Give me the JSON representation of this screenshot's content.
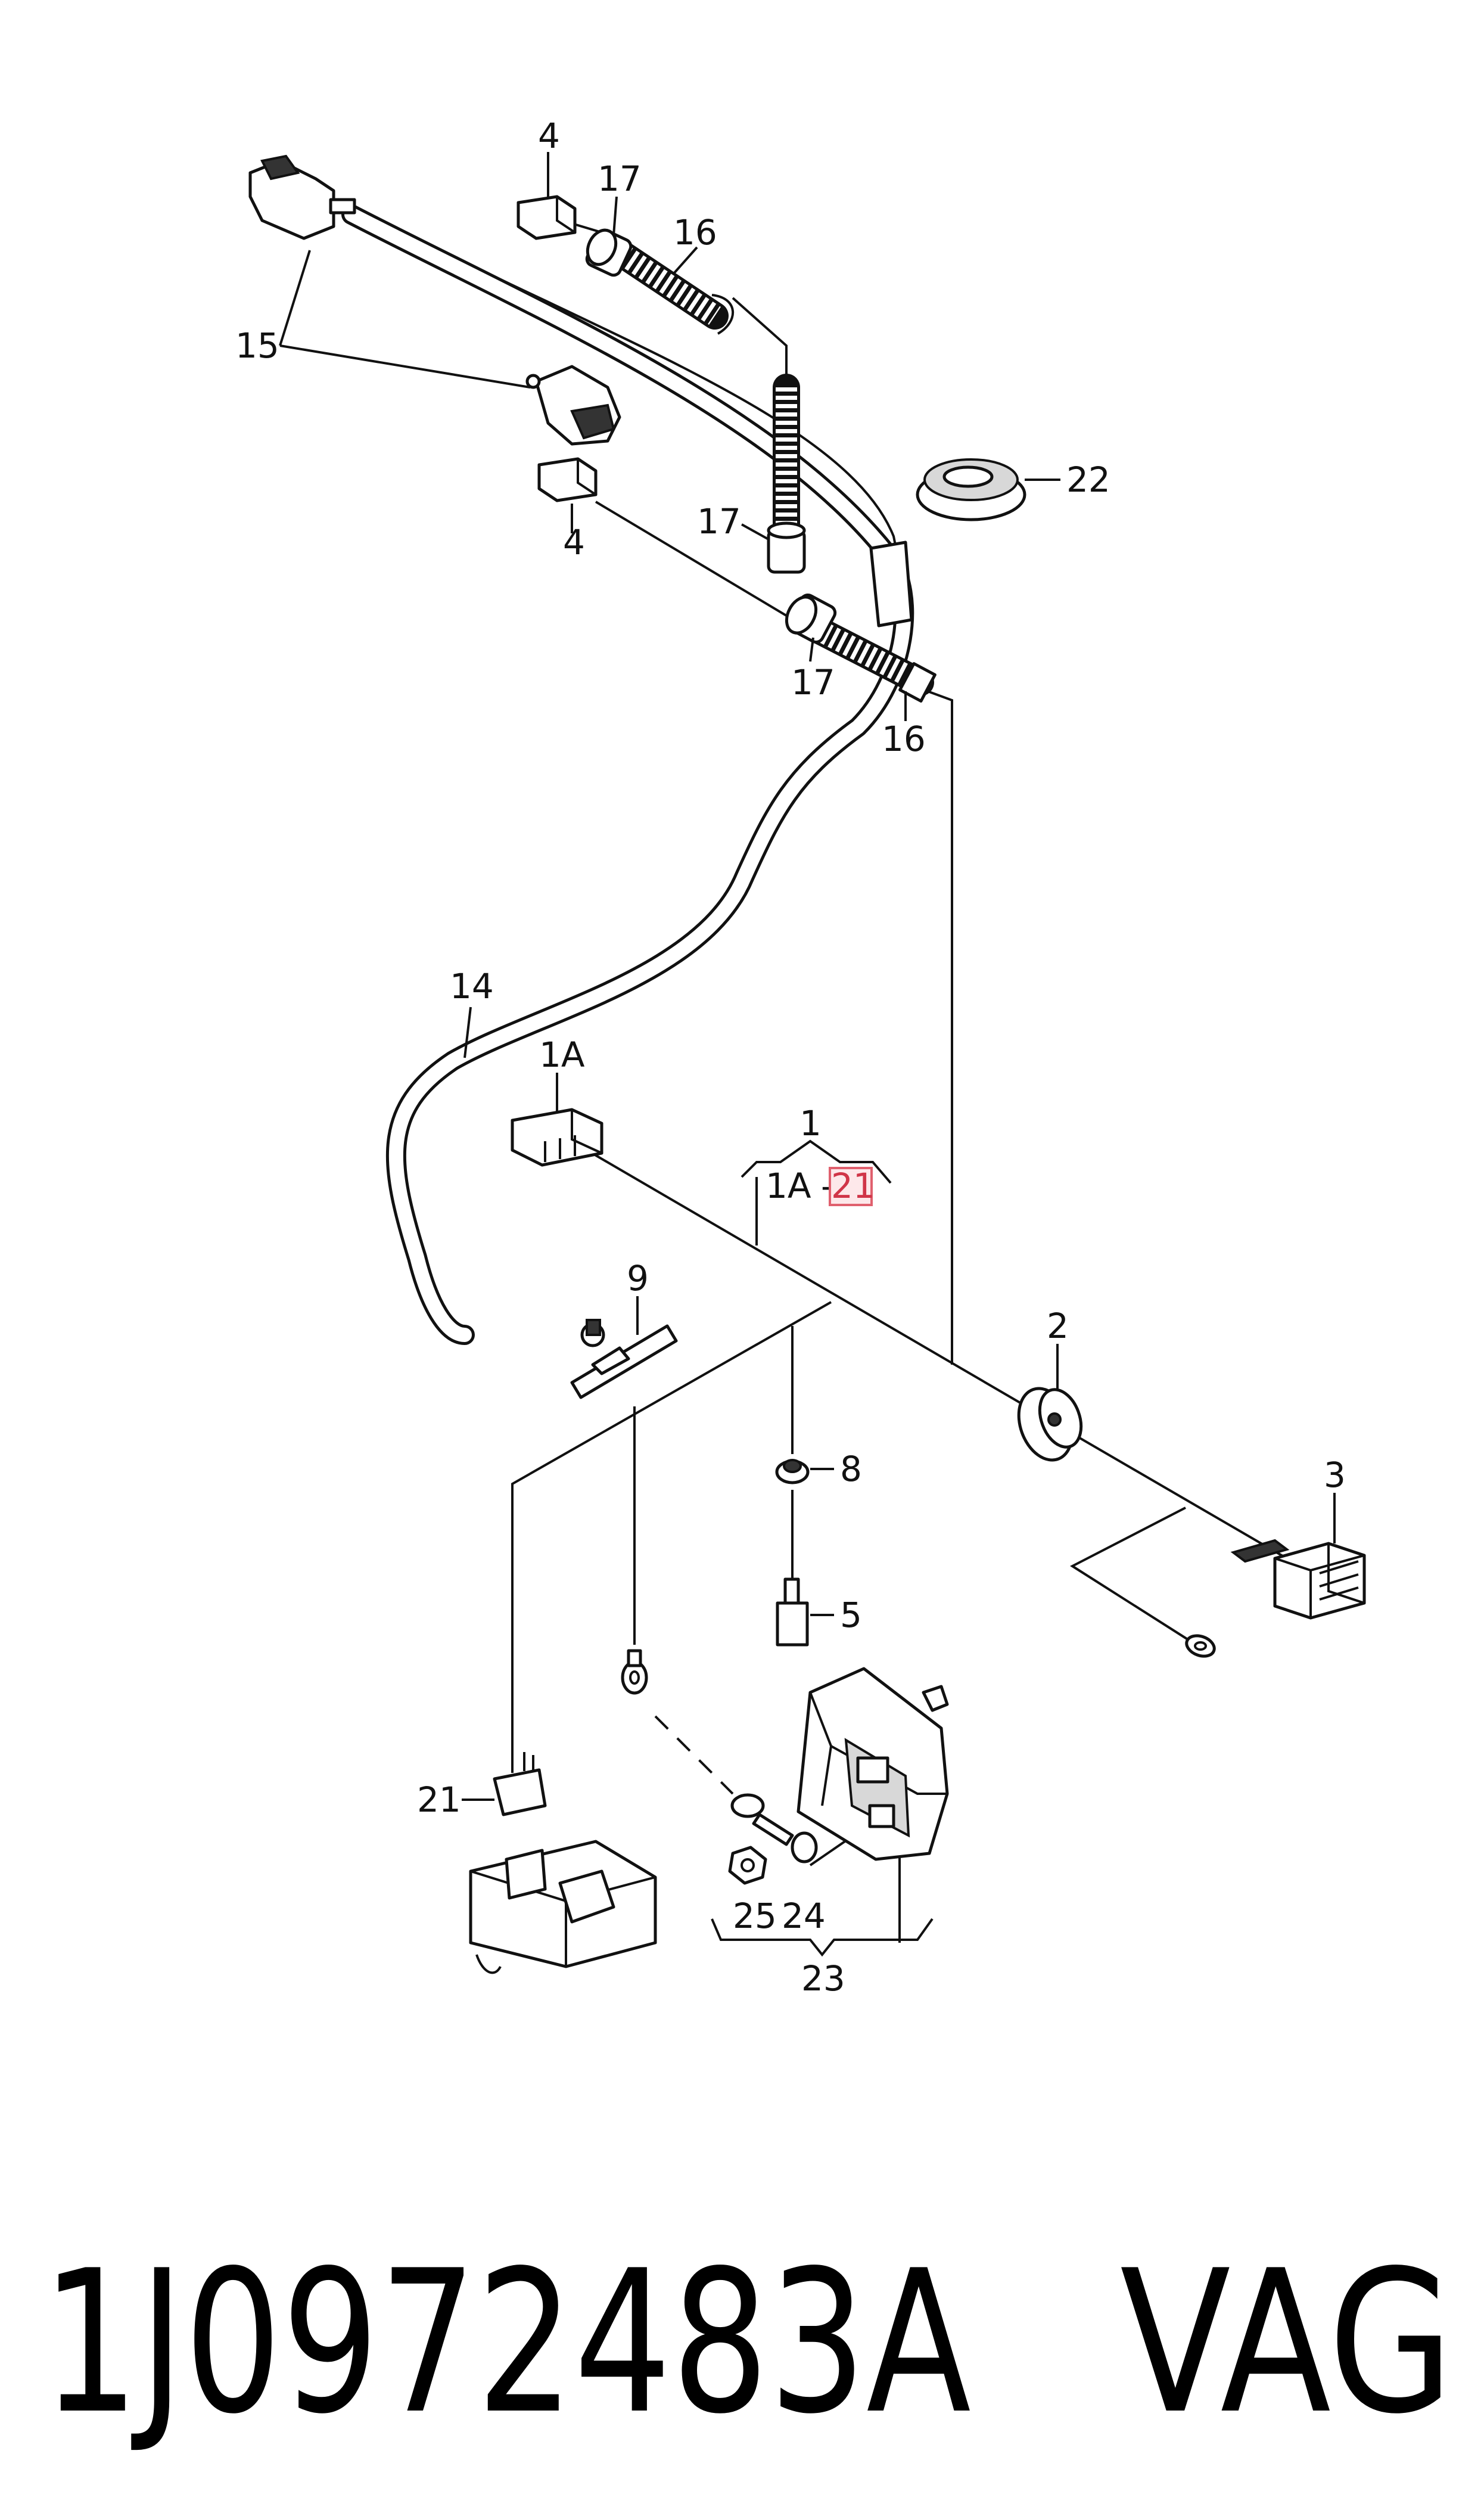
{
  "callouts": {
    "c1": "1",
    "c1a_top": "1A",
    "c1a_bracket": "1A",
    "c1_dash": "-",
    "c1_range_end": "21",
    "c2": "2",
    "c3": "3",
    "c4_top": "4",
    "c4_mid": "4",
    "c5": "5",
    "c8": "8",
    "c9": "9",
    "c14": "14",
    "c15": "15",
    "c16_top": "16",
    "c16_mid": "16",
    "c17_top": "17",
    "c17_mid": "17",
    "c17_low": "17",
    "c21": "21",
    "c22": "22",
    "c23": "23",
    "c24": "24",
    "c25": "25"
  },
  "footer": {
    "part_number": "1J0972483A",
    "brand": "VAG"
  },
  "colors": {
    "line": "#111111",
    "highlight_fill": "#fde8ea",
    "highlight_text": "#d03548"
  }
}
